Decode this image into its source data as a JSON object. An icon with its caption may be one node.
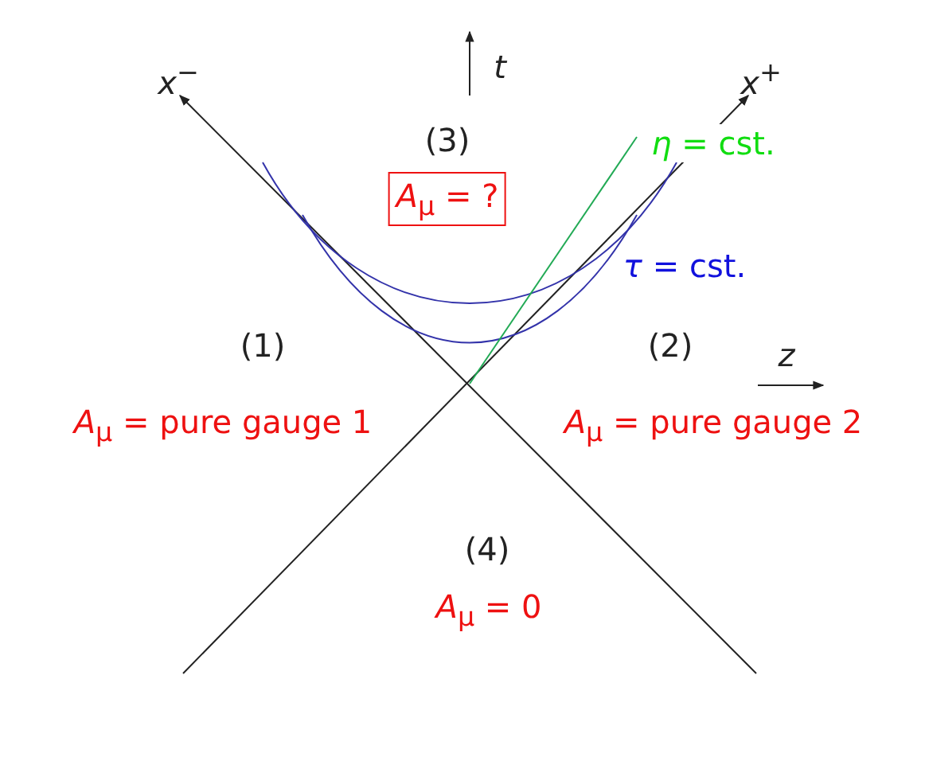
{
  "diagram": {
    "nodes": [
      {
        "text": [
          "*A*$_{μ}$ = ?"
        ]
      }
    ],
    "edges": [],
    "labels": [
      "*x*$^{−}$",
      "*t*",
      "*x*$^{+}$",
      "(3)",
      "*η* = cst.",
      "*τ* = cst.",
      "(1)",
      "(2)",
      "*z*",
      "*A*$_{μ}$ = pure gauge 1",
      "*A*$_{μ}$ = pure gauge 2",
      "(4)",
      "*A*$_{μ}$ = 0"
    ]
  }
}
